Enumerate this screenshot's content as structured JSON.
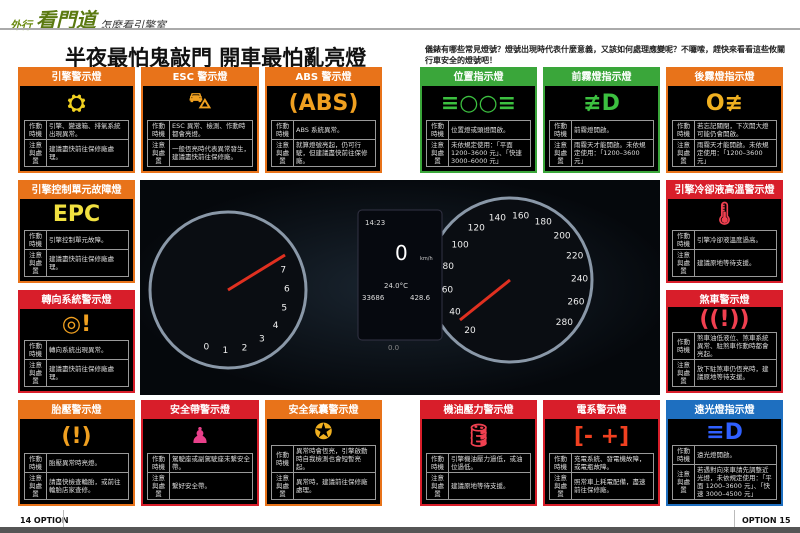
{
  "header": {
    "prefix": "外行",
    "brand": "看門道",
    "subtitle": "怎麼看引擎室"
  },
  "title": "半夜最怕鬼敲門 開車最怕亂亮燈",
  "intro": "儀錶有哪些常見燈號？燈號出現時代表什麼意義，又該如何處理應變呢？不囉嗦，趕快來看看這些攸關行車安全的燈號吧！",
  "row_labels": {
    "when": "作動時機",
    "action": "注意與處置"
  },
  "colors": {
    "orange": "#e8731a",
    "green": "#3aa63a",
    "red": "#d81e2a",
    "blue": "#1e6fc0"
  },
  "cards": [
    {
      "title": "引擎警示燈",
      "color": "#e8731a",
      "icon": "engine-icon",
      "glyph": "⛭",
      "glyph_color": "#f0d020",
      "when": "引擎、變速箱、排氣系統出現異常。",
      "action": "建議盡快前往保修廠處理。"
    },
    {
      "title": "ESC 警示燈",
      "color": "#e8731a",
      "icon": "esc-skid-icon",
      "glyph": "⛍",
      "glyph_color": "#f0a020",
      "when": "ESC 異常、檢測、作動時都會亮燈。",
      "action": "一般恆亮時代表異常發生，建議盡快前往保修廠。"
    },
    {
      "title": "ABS 警示燈",
      "color": "#e8731a",
      "icon": "abs-icon",
      "glyph": "(ABS)",
      "glyph_color": "#f0a020",
      "when": "ABS 系統異常。",
      "action": "就算燈號亮起，仍可行駛，但建議盡快前往保修廠。"
    },
    {
      "title": "引擎控制單元故障燈",
      "color": "#e8731a",
      "icon": "epc-icon",
      "glyph": "EPC",
      "glyph_color": "#f0e040",
      "when": "引擎控制單元故障。",
      "action": "建議盡快前往保修廠處理。"
    },
    {
      "title": "轉向系統警示燈",
      "color": "#d81e2a",
      "icon": "steering-warning-icon",
      "glyph": "◎!",
      "glyph_color": "#f0a020",
      "when": "轉向系統出現異常。",
      "action": "建議盡快前往保修廠處理。"
    },
    {
      "title": "胎壓警示燈",
      "color": "#e8731a",
      "icon": "tire-pressure-icon",
      "glyph": "(!)",
      "glyph_color": "#f0a020",
      "when": "胎壓異常時亮燈。",
      "action": "請盡快檢查輪胎，或前往輪胎店家查修。"
    },
    {
      "title": "安全帶警示燈",
      "color": "#d81e2a",
      "icon": "seatbelt-icon",
      "glyph": "♟",
      "glyph_color": "#e8408a",
      "when": "駕駛座或副駕駛座未繫安全帶。",
      "action": "繫好安全帶。"
    },
    {
      "title": "安全氣囊警示燈",
      "color": "#e8731a",
      "icon": "airbag-icon",
      "glyph": "✪",
      "glyph_color": "#f0b020",
      "when": "異常時會恆亮，引擎啟動時自我檢測也會短暫亮起。",
      "action": "異常時，建議前往保修廠處理。"
    },
    {
      "title": "位置指示燈",
      "color": "#3aa63a",
      "icon": "position-light-icon",
      "glyph": "≡○○≡",
      "glyph_color": "#3cc040",
      "when": "位置燈或頭燈開啟。",
      "action": "未依規定使用：「平面 1200–3600 元」、「快速 3000–6000 元」"
    },
    {
      "title": "前霧燈指示燈",
      "color": "#3aa63a",
      "icon": "front-fog-light-icon",
      "glyph": "≢D",
      "glyph_color": "#3cc040",
      "when": "前霧燈開啟。",
      "action": "雨霧天才能開啟。未依規定使用：「1200–3600 元」"
    },
    {
      "title": "後霧燈指示燈",
      "color": "#e8731a",
      "icon": "rear-fog-light-icon",
      "glyph": "O≢",
      "glyph_color": "#f0b020",
      "when": "若忘記關閉，下次開大燈可能仍會開啟。",
      "action": "雨霧天才能開啟。未依規定使用：「1200–3600 元」"
    },
    {
      "title": "引擎冷卻液高溫警示燈",
      "color": "#d81e2a",
      "icon": "coolant-temp-icon",
      "glyph": "🌡",
      "glyph_color": "#f04050",
      "when": "引擎冷卻液溫度過高。",
      "action": "建議原地等待支援。"
    },
    {
      "title": "煞車警示燈",
      "color": "#d81e2a",
      "icon": "brake-warning-icon",
      "glyph": "((!))",
      "glyph_color": "#f04050",
      "when": "煞車油低液位、煞車系統異常、駐煞車作動時都會亮起。",
      "action": "放下駐煞車仍恆亮時，建議原地等待支援。"
    },
    {
      "title": "機油壓力警示燈",
      "color": "#d81e2a",
      "icon": "oil-pressure-icon",
      "glyph": "🛢",
      "glyph_color": "#f04050",
      "when": "引擎機油壓力過低，或油位過低。",
      "action": "建議原地等待支援。"
    },
    {
      "title": "電系警示燈",
      "color": "#d81e2a",
      "icon": "battery-icon",
      "glyph": "[- +]",
      "glyph_color": "#f04020",
      "when": "充電系統、發電機故障，或電瓶故障。",
      "action": "照常車上耗電配備，盡速前往保修廠。"
    },
    {
      "title": "遠光燈指示燈",
      "color": "#1e6fc0",
      "icon": "high-beam-icon",
      "glyph": "≡D",
      "glyph_color": "#3060ff",
      "when": "遠光燈開啟。",
      "action": "若遇對向來車請先調整近光燈，未依規定使用：「平面 1200–3600 元」、「快速 3000–4500 元」"
    }
  ],
  "dashboard": {
    "tach_labels": [
      "0",
      "1",
      "2",
      "3",
      "4",
      "5",
      "6",
      "7"
    ],
    "speed_labels": [
      "20",
      "40",
      "60",
      "80",
      "100",
      "120",
      "140",
      "160",
      "180",
      "200",
      "220",
      "240",
      "260",
      "280"
    ],
    "clock": "14:23",
    "speed": "0",
    "speed_unit": "km/h",
    "temp": "24.0°C",
    "odometer": "33686",
    "trip": "428.6",
    "bottom": "0.0"
  },
  "footer": {
    "left": "14 OPTION",
    "right": "OPTION 15"
  }
}
